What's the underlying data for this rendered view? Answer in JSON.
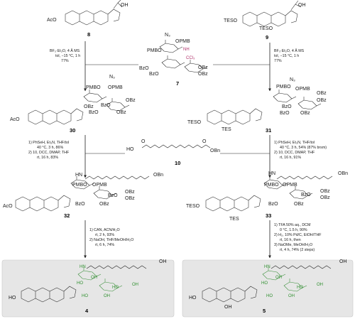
{
  "compounds": {
    "c8": "8",
    "c9": "9",
    "c7": "7",
    "c30": "30",
    "c31": "31",
    "c10": "10",
    "c32": "32",
    "c33": "33",
    "c4": "4",
    "c5": "5"
  },
  "groups": {
    "AcO": "AcO",
    "TESO": "TESO",
    "OH": "OH",
    "TES": "TES",
    "N3": "N₃",
    "OPMB": "OPMB",
    "PMBO": "PMBO",
    "BzO": "BzO",
    "OBz": "OBz",
    "NH": "NH",
    "CCl3": "CCl₃",
    "OBn": "OBn",
    "HO": "HO",
    "HN": "HN",
    "O": "O"
  },
  "conditions": {
    "step_left_1": [
      "BF₃·Et₂O, 4 Å MS",
      "tol, −15 °C, 1 h",
      "77%"
    ],
    "step_right_1": [
      "BF₃·Et₂O, 4 Å MS",
      "tol, −15 °C, 1 h",
      "77%"
    ],
    "step_left_2": [
      "1) PhSeH, Et₃N, THF/tol",
      "40 °C, 3 h, 86%",
      "2) 10, DCC, DMAP, THF",
      "rt, 16 h, 83%"
    ],
    "step_right_2": [
      "1) PhSeH, Et₃N, THF/tol",
      "40 °C, 3 h, 54% (87% brsm)",
      "2) 10, DCC, DMAP, THF",
      "rt, 16 h, 91%"
    ],
    "step_left_3": [
      "1) CAN, ACN/H₂O",
      "rt, 2 h, 93%",
      "2) NaOH, THF/MeOH/H₂O",
      "rt, 6 h, 74%"
    ],
    "step_right_3": [
      "1) TFA 50% aq., DCM",
      "0 °C, 1.5 h, 90%",
      "2) H₂, 10% Pd/C, EtOH/THF",
      "rt, 16 h, then",
      "3) NaOMe, MeOH/H₂O",
      "rt, 4 h, 74% (2 steps)"
    ]
  },
  "colors": {
    "green": "#2f8f2f",
    "magenta": "#b0306a",
    "panel": "#e6e6e6",
    "arrow": "#222222"
  }
}
